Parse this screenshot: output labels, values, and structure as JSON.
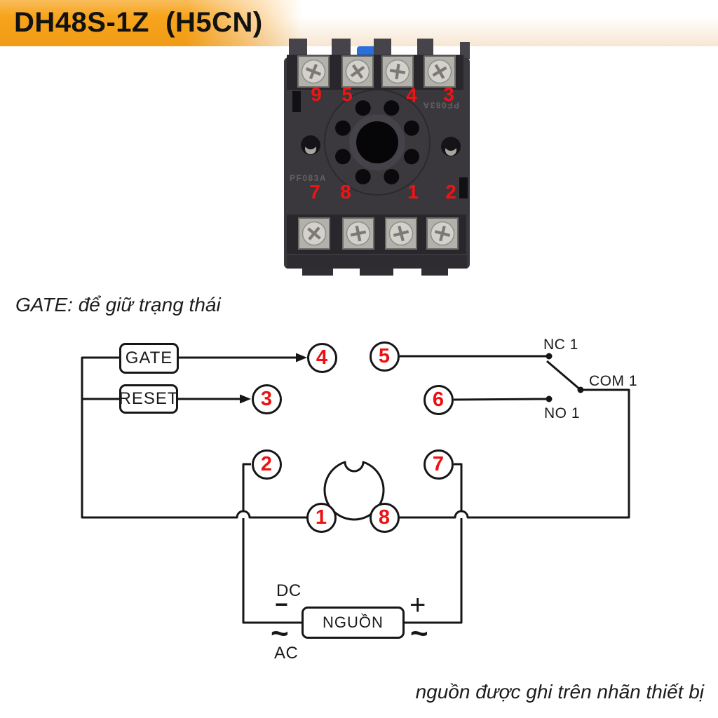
{
  "title": "DH48S-1Z  (H5CN)",
  "photo": {
    "top_pin_numbers": [
      "9",
      "5",
      "4",
      "3"
    ],
    "bottom_pin_numbers": [
      "7",
      "8",
      "1",
      "2"
    ],
    "marking_left": "PF083A",
    "marking_right": "PF083A"
  },
  "gate_note": "GATE: để giữ trạng thái",
  "power_note": "nguồn được ghi trên nhãn thiết bị",
  "diagram": {
    "gate": "GATE",
    "reset": "RESET",
    "pins": {
      "p1": "1",
      "p2": "2",
      "p3": "3",
      "p4": "4",
      "p5": "5",
      "p6": "6",
      "p7": "7",
      "p8": "8"
    },
    "nc": "NC 1",
    "com": "COM 1",
    "no": "NO 1",
    "power_box": "NGUỒN",
    "dc": "DC",
    "ac": "AC",
    "plus": "+",
    "minus": "−",
    "tilde_left": "~",
    "tilde_right": "~"
  },
  "colors": {
    "accent_orange": "#F7A41C",
    "pin_red": "#ED1111",
    "line_black": "#161616"
  }
}
